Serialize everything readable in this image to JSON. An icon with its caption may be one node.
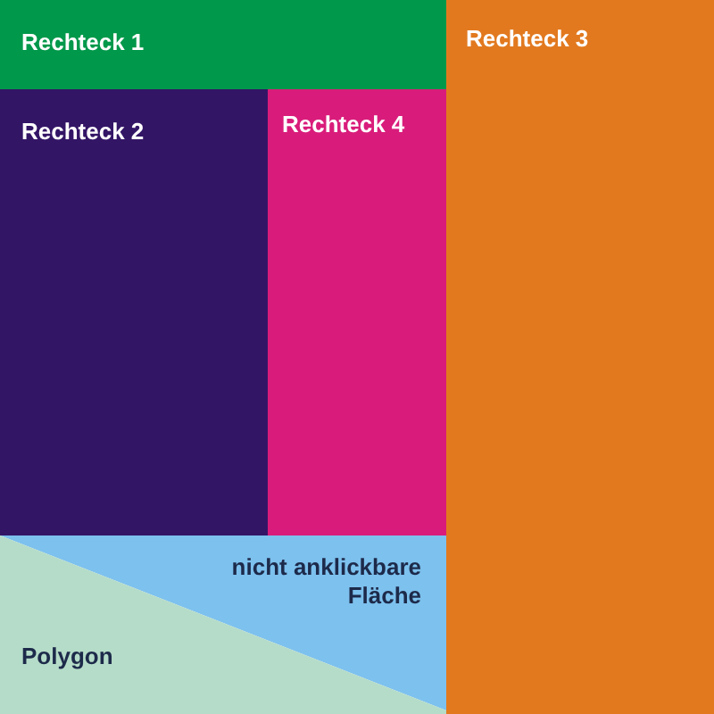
{
  "diagram": {
    "nodes": [
      {
        "text": [
          "Rechteck 1"
        ]
      },
      {
        "text": [
          "Rechteck 3"
        ]
      },
      {
        "text": [
          "Rechteck 2"
        ]
      },
      {
        "text": [
          "Rechteck 4"
        ]
      },
      {
        "text": [
          "nicht anklickbare Fläche"
        ]
      },
      {
        "text": [
          "Polygon"
        ]
      }
    ]
  }
}
